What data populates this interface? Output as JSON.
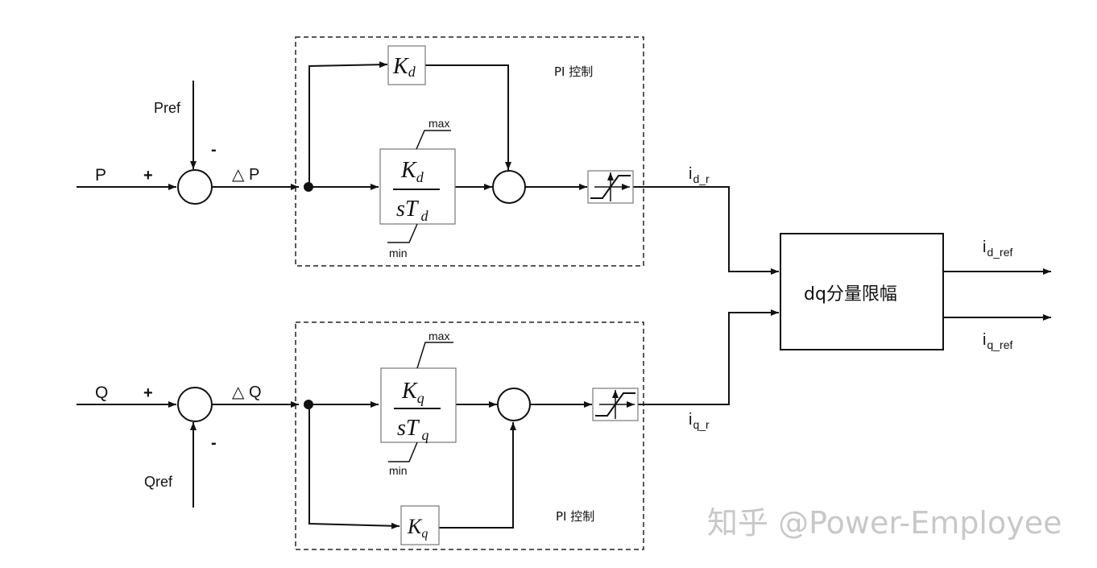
{
  "signals": {
    "p": "P",
    "pref": "Pref",
    "plus_p": "+",
    "minus_p": "-",
    "delta_p": "△ P",
    "q": "Q",
    "qref": "Qref",
    "plus_q": "+",
    "minus_q": "-",
    "delta_q": "△ Q",
    "id_r_main": "i",
    "id_r_sub": "d_r",
    "iq_r_main": "i",
    "iq_r_sub": "q_r",
    "id_ref_main": "i",
    "id_ref_sub": "d_ref",
    "iq_ref_main": "i",
    "iq_ref_sub": "q_ref"
  },
  "pi_top": {
    "label": "PI  控制",
    "kd_main": "K",
    "kd_sub": "d",
    "num_main": "K",
    "num_sub": "d",
    "den_main": "sT",
    "den_sub": "d",
    "max": "max",
    "min": "min"
  },
  "pi_bottom": {
    "label": "PI  控制",
    "kq_main": "K",
    "kq_sub": "q",
    "num_main": "K",
    "num_sub": "q",
    "den_main": "sT",
    "den_sub": "q",
    "max": "max",
    "min": "min"
  },
  "limiter_block": {
    "label": "dq分量限幅"
  },
  "watermark": "知乎 @Power-Employee"
}
